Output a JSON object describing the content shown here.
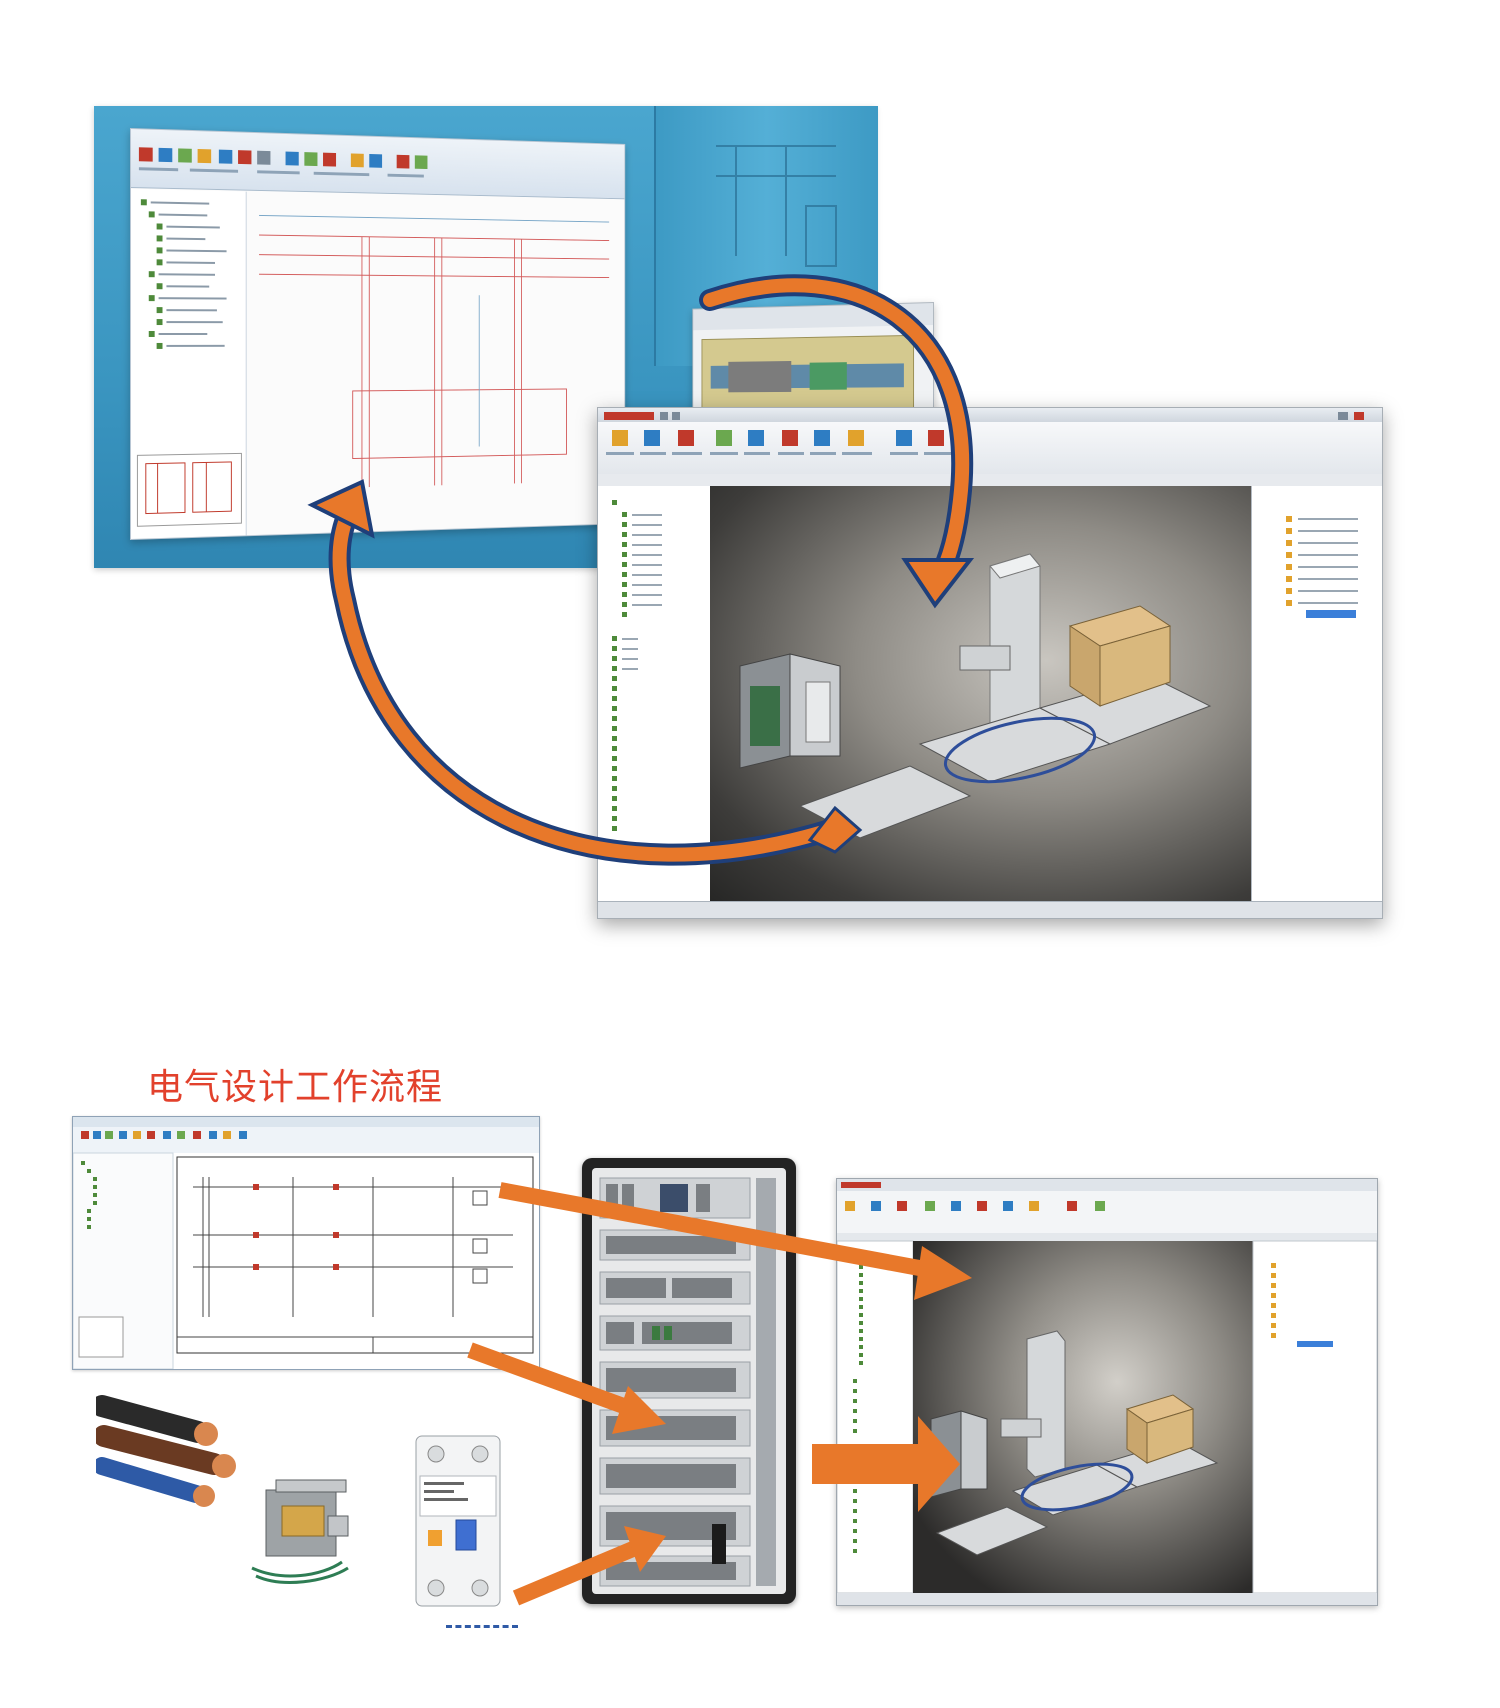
{
  "heading": {
    "title": "电气设计工作流程"
  },
  "colors": {
    "title_red": "#e2412c",
    "arrow_orange": "#e8782a",
    "arrow_outline": "#1f3f7a",
    "cabinet_black": "#232323",
    "blue_bg": "#3f9bc6"
  },
  "top_section": {
    "description_icons": [
      "schematic-window",
      "panel-layout-window",
      "3d-cad-window",
      "cycle-arrows"
    ]
  },
  "bottom_section": {
    "flow_icons": [
      "schematic-window",
      "cables",
      "transformer",
      "circuit-breaker",
      "electrical-cabinet",
      "3d-cad-window"
    ]
  }
}
